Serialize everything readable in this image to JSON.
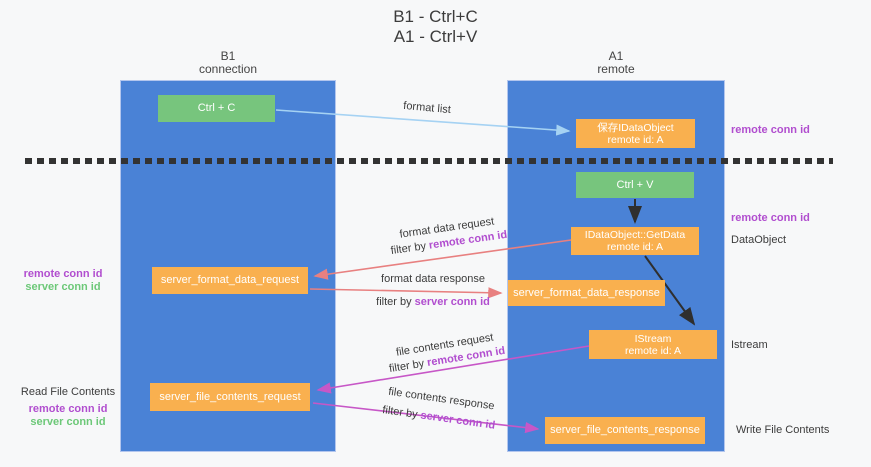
{
  "title": {
    "line1": "B1 - Ctrl+C",
    "line2": "A1 - Ctrl+V"
  },
  "lanes": {
    "b1": {
      "name": "B1",
      "subtitle": "connection"
    },
    "a1": {
      "name": "A1",
      "subtitle": "remote"
    }
  },
  "boxes": {
    "ctrl_c": {
      "label": "Ctrl + C"
    },
    "save_idataobject": {
      "line1": "保存IDataObject",
      "line2": "remote id: A"
    },
    "ctrl_v": {
      "label": "Ctrl + V"
    },
    "idataobject_getdata": {
      "line1": "IDataObject::GetData",
      "line2": "remote id: A"
    },
    "server_format_data_request": {
      "label": "server_format_data_request"
    },
    "server_format_data_response": {
      "label": "server_format_data_response"
    },
    "istream": {
      "line1": "IStream",
      "line2": "remote id: A"
    },
    "server_file_contents_request": {
      "label": "server_file_contents_request"
    },
    "server_file_contents_response": {
      "label": "server_file_contents_response"
    }
  },
  "edge_labels": {
    "format_list": "format list",
    "format_data_request": "format data request",
    "format_data_request_filter": {
      "prefix": "filter by ",
      "id": "remote conn id"
    },
    "format_data_response": "format data response",
    "format_data_response_filter": {
      "prefix": "filter by ",
      "id": "server conn id"
    },
    "file_contents_request": "file contents request",
    "file_contents_request_filter": {
      "prefix": "filter by ",
      "id": "remote conn id"
    },
    "file_contents_response": "file contents response",
    "file_contents_response_filter": {
      "prefix": "filter by ",
      "id": "server conn id"
    }
  },
  "side_labels": {
    "right_top_conn_id": "remote conn id",
    "right_mid_conn_id": "remote conn id",
    "dataobject": "DataObject",
    "istream": "Istream",
    "write_file_contents": "Write File Contents",
    "left_mid_remote": "remote conn id",
    "left_mid_server": "server conn id",
    "read_file_contents": "Read File Contents",
    "left_bottom_remote": "remote conn id",
    "left_bottom_server": "server conn id"
  },
  "colors": {
    "lane_blue": "#4a82d6",
    "box_green": "#77c57d",
    "box_orange": "#f9b04f",
    "arrow_red": "#e88080",
    "arrow_magenta": "#c757c7",
    "arrow_lightblue": "#a5d2f3",
    "arrow_black": "#2f2f2f",
    "dashed_line": "#333333",
    "id_purple": "#b14ecf",
    "id_green": "#6cc878"
  }
}
